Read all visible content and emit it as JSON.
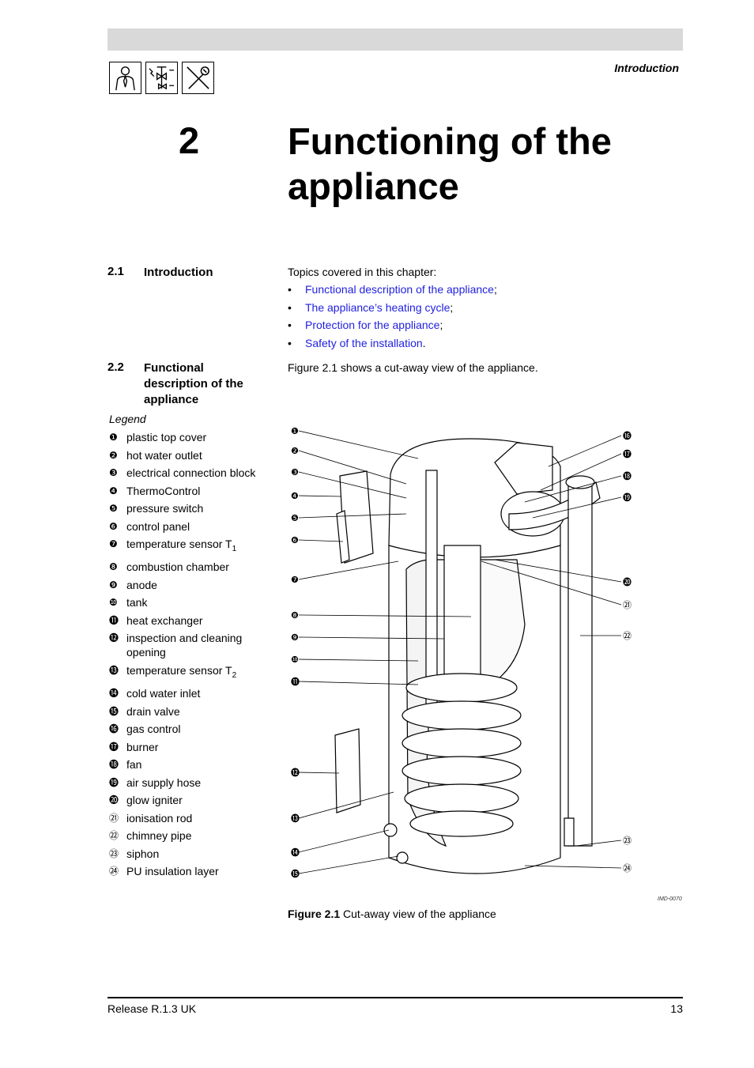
{
  "header": {
    "section": "Introduction"
  },
  "chapter": {
    "number": "2",
    "title": "Functioning of the appliance"
  },
  "sections": [
    {
      "number": "2.1",
      "title": "Introduction"
    },
    {
      "number": "2.2",
      "title": "Functional description of the appliance"
    }
  ],
  "intro": {
    "lead": "Topics covered in this chapter:",
    "topics": [
      {
        "bullet": "•",
        "link": "Functional description of the appliance",
        "after": ";"
      },
      {
        "bullet": "•",
        "link": "The appliance’s heating cycle",
        "after": ";"
      },
      {
        "bullet": "•",
        "link": "Protection for the appliance",
        "after": ";"
      },
      {
        "bullet": "•",
        "link": "Safety of the installation",
        "after": "."
      }
    ]
  },
  "functional": {
    "text": "Figure 2.1 shows a cut-away view of the appliance."
  },
  "legend": {
    "title": "Legend",
    "items": [
      {
        "num": "❶",
        "text": "plastic top cover"
      },
      {
        "num": "❷",
        "text": "hot water outlet"
      },
      {
        "num": "❸",
        "text": "electrical connection block"
      },
      {
        "num": "❹",
        "text": "ThermoControl"
      },
      {
        "num": "❺",
        "text": "pressure switch"
      },
      {
        "num": "❻",
        "text": "control panel"
      },
      {
        "num": "❼",
        "text": "temperature sensor T",
        "sub": "1"
      },
      {
        "num": "❽",
        "text": "combustion chamber"
      },
      {
        "num": "❾",
        "text": "anode"
      },
      {
        "num": "❿",
        "text": "tank"
      },
      {
        "num": "⓫",
        "text": "heat exchanger"
      },
      {
        "num": "⓬",
        "text": "inspection and cleaning opening"
      },
      {
        "num": "⓭",
        "text": "temperature sensor T",
        "sub": "2"
      },
      {
        "num": "⓮",
        "text": "cold water inlet"
      },
      {
        "num": "⓯",
        "text": "drain valve"
      },
      {
        "num": "⓰",
        "text": "gas control"
      },
      {
        "num": "⓱",
        "text": "burner"
      },
      {
        "num": "⓲",
        "text": "fan"
      },
      {
        "num": "⓳",
        "text": "air supply hose"
      },
      {
        "num": "⓴",
        "text": "glow igniter"
      },
      {
        "num": "㉑",
        "text": "ionisation rod"
      },
      {
        "num": "㉒",
        "text": "chimney pipe"
      },
      {
        "num": "㉓",
        "text": "siphon"
      },
      {
        "num": "㉔",
        "text": "PU insulation layer"
      }
    ]
  },
  "figure": {
    "code": "IMD-0070",
    "caption_label": "Figure 2.1",
    "caption_text": " Cut-away view of the appliance",
    "left_markers": [
      "❶",
      "❷",
      "❸",
      "❹",
      "❺",
      "❻",
      "❼",
      "❽",
      "❾",
      "❿",
      "⓫",
      "⓬",
      "⓭",
      "⓮",
      "⓯"
    ],
    "right_markers": [
      "⓰",
      "⓱",
      "⓲",
      "⓳",
      "⓴",
      "㉑",
      "㉒",
      "㉓",
      "㉔"
    ]
  },
  "footer": {
    "release": "Release R.1.3 UK",
    "page": "13"
  }
}
